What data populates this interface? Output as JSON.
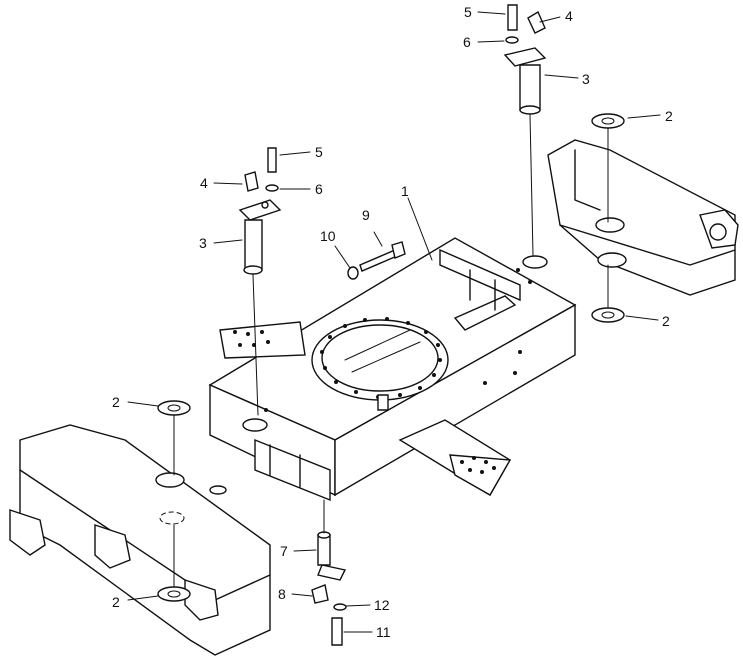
{
  "callouts": [
    {
      "id": "c1",
      "text": "1"
    },
    {
      "id": "c2a",
      "text": "2"
    },
    {
      "id": "c2b",
      "text": "2"
    },
    {
      "id": "c2c",
      "text": "2"
    },
    {
      "id": "c2d",
      "text": "2"
    },
    {
      "id": "c3a",
      "text": "3"
    },
    {
      "id": "c3b",
      "text": "3"
    },
    {
      "id": "c4a",
      "text": "4"
    },
    {
      "id": "c4b",
      "text": "4"
    },
    {
      "id": "c5a",
      "text": "5"
    },
    {
      "id": "c5b",
      "text": "5"
    },
    {
      "id": "c6a",
      "text": "6"
    },
    {
      "id": "c6b",
      "text": "6"
    },
    {
      "id": "c7",
      "text": "7"
    },
    {
      "id": "c8",
      "text": "8"
    },
    {
      "id": "c9",
      "text": "9"
    },
    {
      "id": "c10",
      "text": "10"
    },
    {
      "id": "c11",
      "text": "11"
    },
    {
      "id": "c12",
      "text": "12"
    }
  ]
}
